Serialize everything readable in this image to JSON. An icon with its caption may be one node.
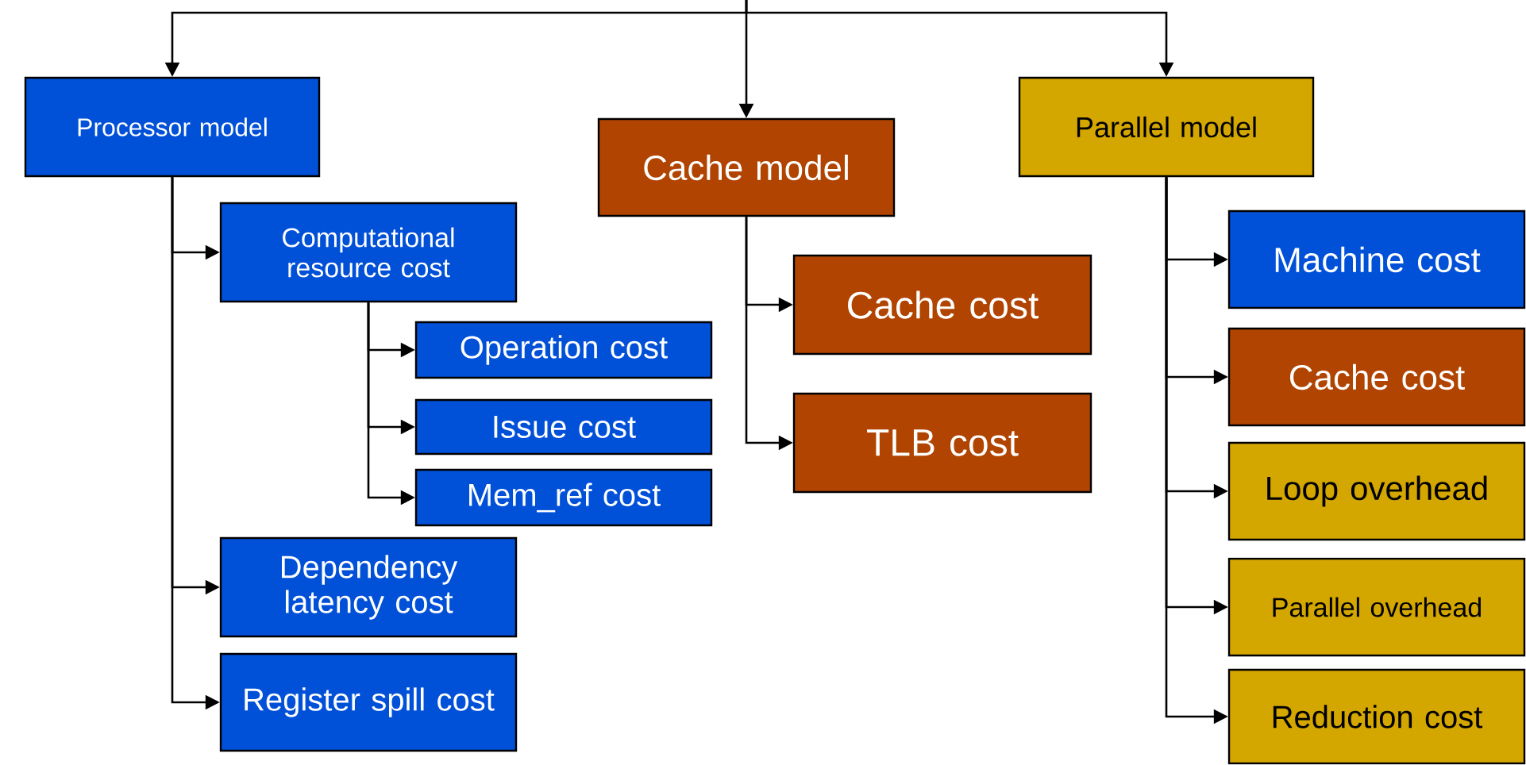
{
  "diagram": {
    "nodes": [
      {
        "text": [
          "Processor model"
        ]
      },
      {
        "text": [
          "Computational resource cost"
        ]
      },
      {
        "text": [
          "Operation cost"
        ]
      },
      {
        "text": [
          "Issue cost"
        ]
      },
      {
        "text": [
          "Mem_ref cost"
        ]
      },
      {
        "text": [
          "Dependency latency cost"
        ]
      },
      {
        "text": [
          "Register spill cost"
        ]
      },
      {
        "text": [
          "Cache model"
        ]
      },
      {
        "text": [
          "Cache cost"
        ]
      },
      {
        "text": [
          "TLB cost"
        ]
      },
      {
        "text": [
          "Parallel model"
        ]
      },
      {
        "text": [
          "Machine cost"
        ]
      },
      {
        "text": [
          "Cache cost"
        ]
      },
      {
        "text": [
          "Loop overhead"
        ]
      },
      {
        "text": [
          "Parallel overhead"
        ]
      },
      {
        "text": [
          "Reduction cost"
        ]
      }
    ],
    "edges": [
      {
        "from": null,
        "to": 0,
        "arrow": "to"
      },
      {
        "from": null,
        "to": 7,
        "arrow": "to"
      },
      {
        "from": null,
        "to": 10,
        "arrow": "to"
      },
      {
        "from": 0,
        "to": 1,
        "arrow": "to"
      },
      {
        "from": 1,
        "to": 2,
        "arrow": "to"
      },
      {
        "from": 1,
        "to": 3,
        "arrow": "to"
      },
      {
        "from": 1,
        "to": 4,
        "arrow": "to"
      },
      {
        "from": 0,
        "to": 5,
        "arrow": "to"
      },
      {
        "from": 0,
        "to": 6,
        "arrow": "to"
      },
      {
        "from": 7,
        "to": 8,
        "arrow": "to"
      },
      {
        "from": 7,
        "to": 9,
        "arrow": "to"
      },
      {
        "from": 10,
        "to": 11,
        "arrow": "to"
      },
      {
        "from": 10,
        "to": 12,
        "arrow": "to"
      },
      {
        "from": 10,
        "to": 13,
        "arrow": "to"
      },
      {
        "from": 10,
        "to": 14,
        "arrow": "to"
      },
      {
        "from": 10,
        "to": 15,
        "arrow": "to"
      }
    ]
  }
}
